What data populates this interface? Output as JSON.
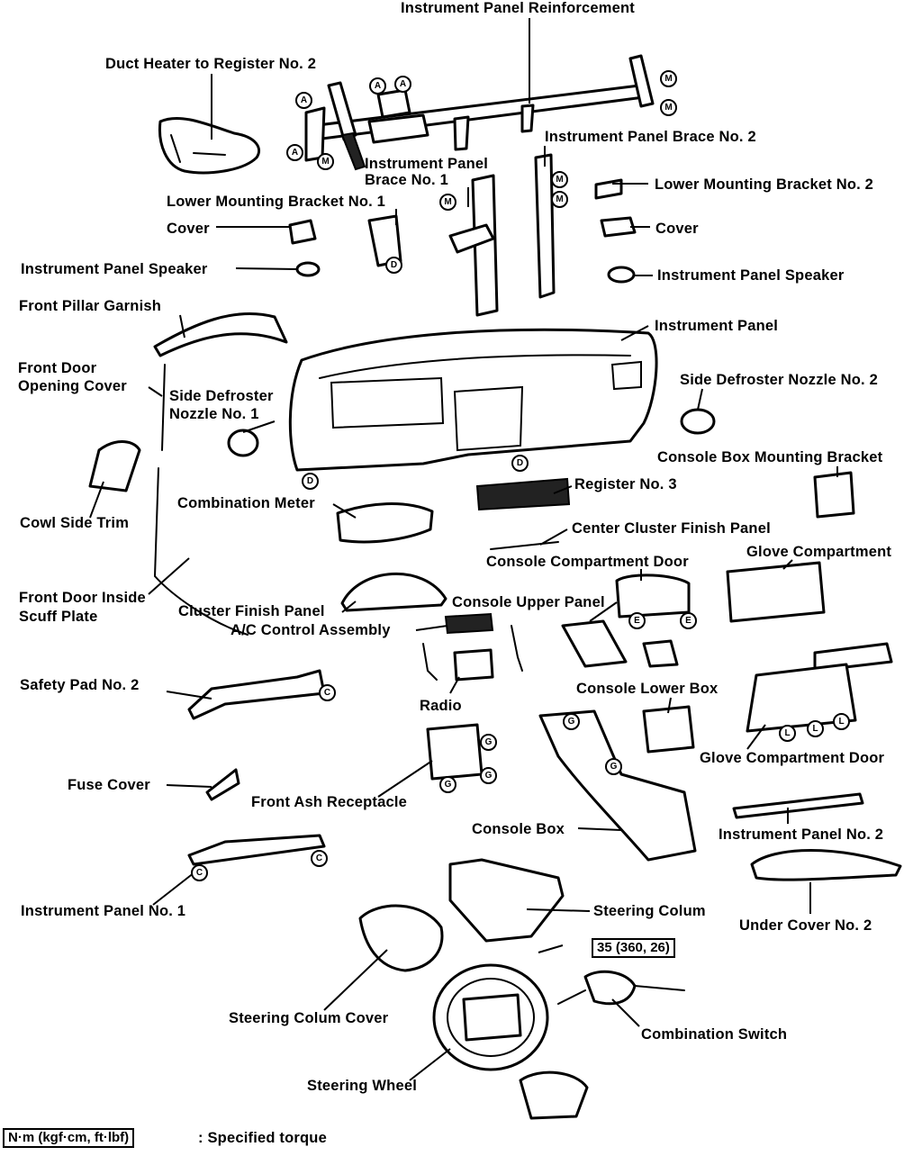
{
  "labels": {
    "ip_reinforcement": "Instrument Panel Reinforcement",
    "duct_heater": "Duct Heater to Register No. 2",
    "ip_brace2": "Instrument Panel Brace No. 2",
    "ip_brace1_a": "Instrument Panel",
    "ip_brace1_b": "Brace No. 1",
    "lower_bracket2": "Lower Mounting Bracket No. 2",
    "lower_bracket1": "Lower Mounting Bracket No. 1",
    "cover_left": "Cover",
    "cover_right": "Cover",
    "ip_speaker_left": "Instrument Panel Speaker",
    "ip_speaker_right": "Instrument Panel Speaker",
    "front_pillar_garnish": "Front Pillar Garnish",
    "instrument_panel": "Instrument Panel",
    "front_door_opening_a": "Front Door",
    "front_door_opening_b": "Opening  Cover",
    "side_defroster1_a": "Side Defroster",
    "side_defroster1_b": "Nozzle No. 1",
    "side_defroster2": "Side Defroster Nozzle No. 2",
    "console_box_bracket": "Console Box Mounting Bracket",
    "register3": "Register No. 3",
    "combination_meter": "Combination Meter",
    "cowl_side_trim": "Cowl Side Trim",
    "center_cluster": "Center Cluster Finish Panel",
    "console_compartment_door": "Console Compartment Door",
    "glove_compartment": "Glove Compartment",
    "front_door_scuff_a": "Front Door Inside",
    "front_door_scuff_b": "Scuff Plate",
    "cluster_finish": "Cluster Finish Panel",
    "console_upper": "Console Upper Panel",
    "ac_control": "A/C Control Assembly",
    "safety_pad2": "Safety Pad No. 2",
    "radio": "Radio",
    "console_lower_box": "Console Lower Box",
    "glove_door": "Glove Compartment Door",
    "fuse_cover": "Fuse Cover",
    "front_ash": "Front Ash Receptacle",
    "console_box": "Console Box",
    "ip_no2": "Instrument Panel No. 2",
    "ip_no1": "Instrument Panel No. 1",
    "steering_column": "Steering Colum",
    "under_cover2": "Under Cover No. 2",
    "steering_column_cover": "Steering Colum Cover",
    "combination_switch": "Combination Switch",
    "steering_wheel": "Steering Wheel"
  },
  "torque": {
    "steering_nut": "35 (360, 26)"
  },
  "legend": {
    "unit_box": "N·m (kgf·cm, ft·lbf)",
    "unit_text": ":  Specified torque"
  },
  "markers": {
    "A": "A",
    "M": "M",
    "D": "D",
    "E": "E",
    "G": "G",
    "C": "C",
    "L": "L"
  }
}
